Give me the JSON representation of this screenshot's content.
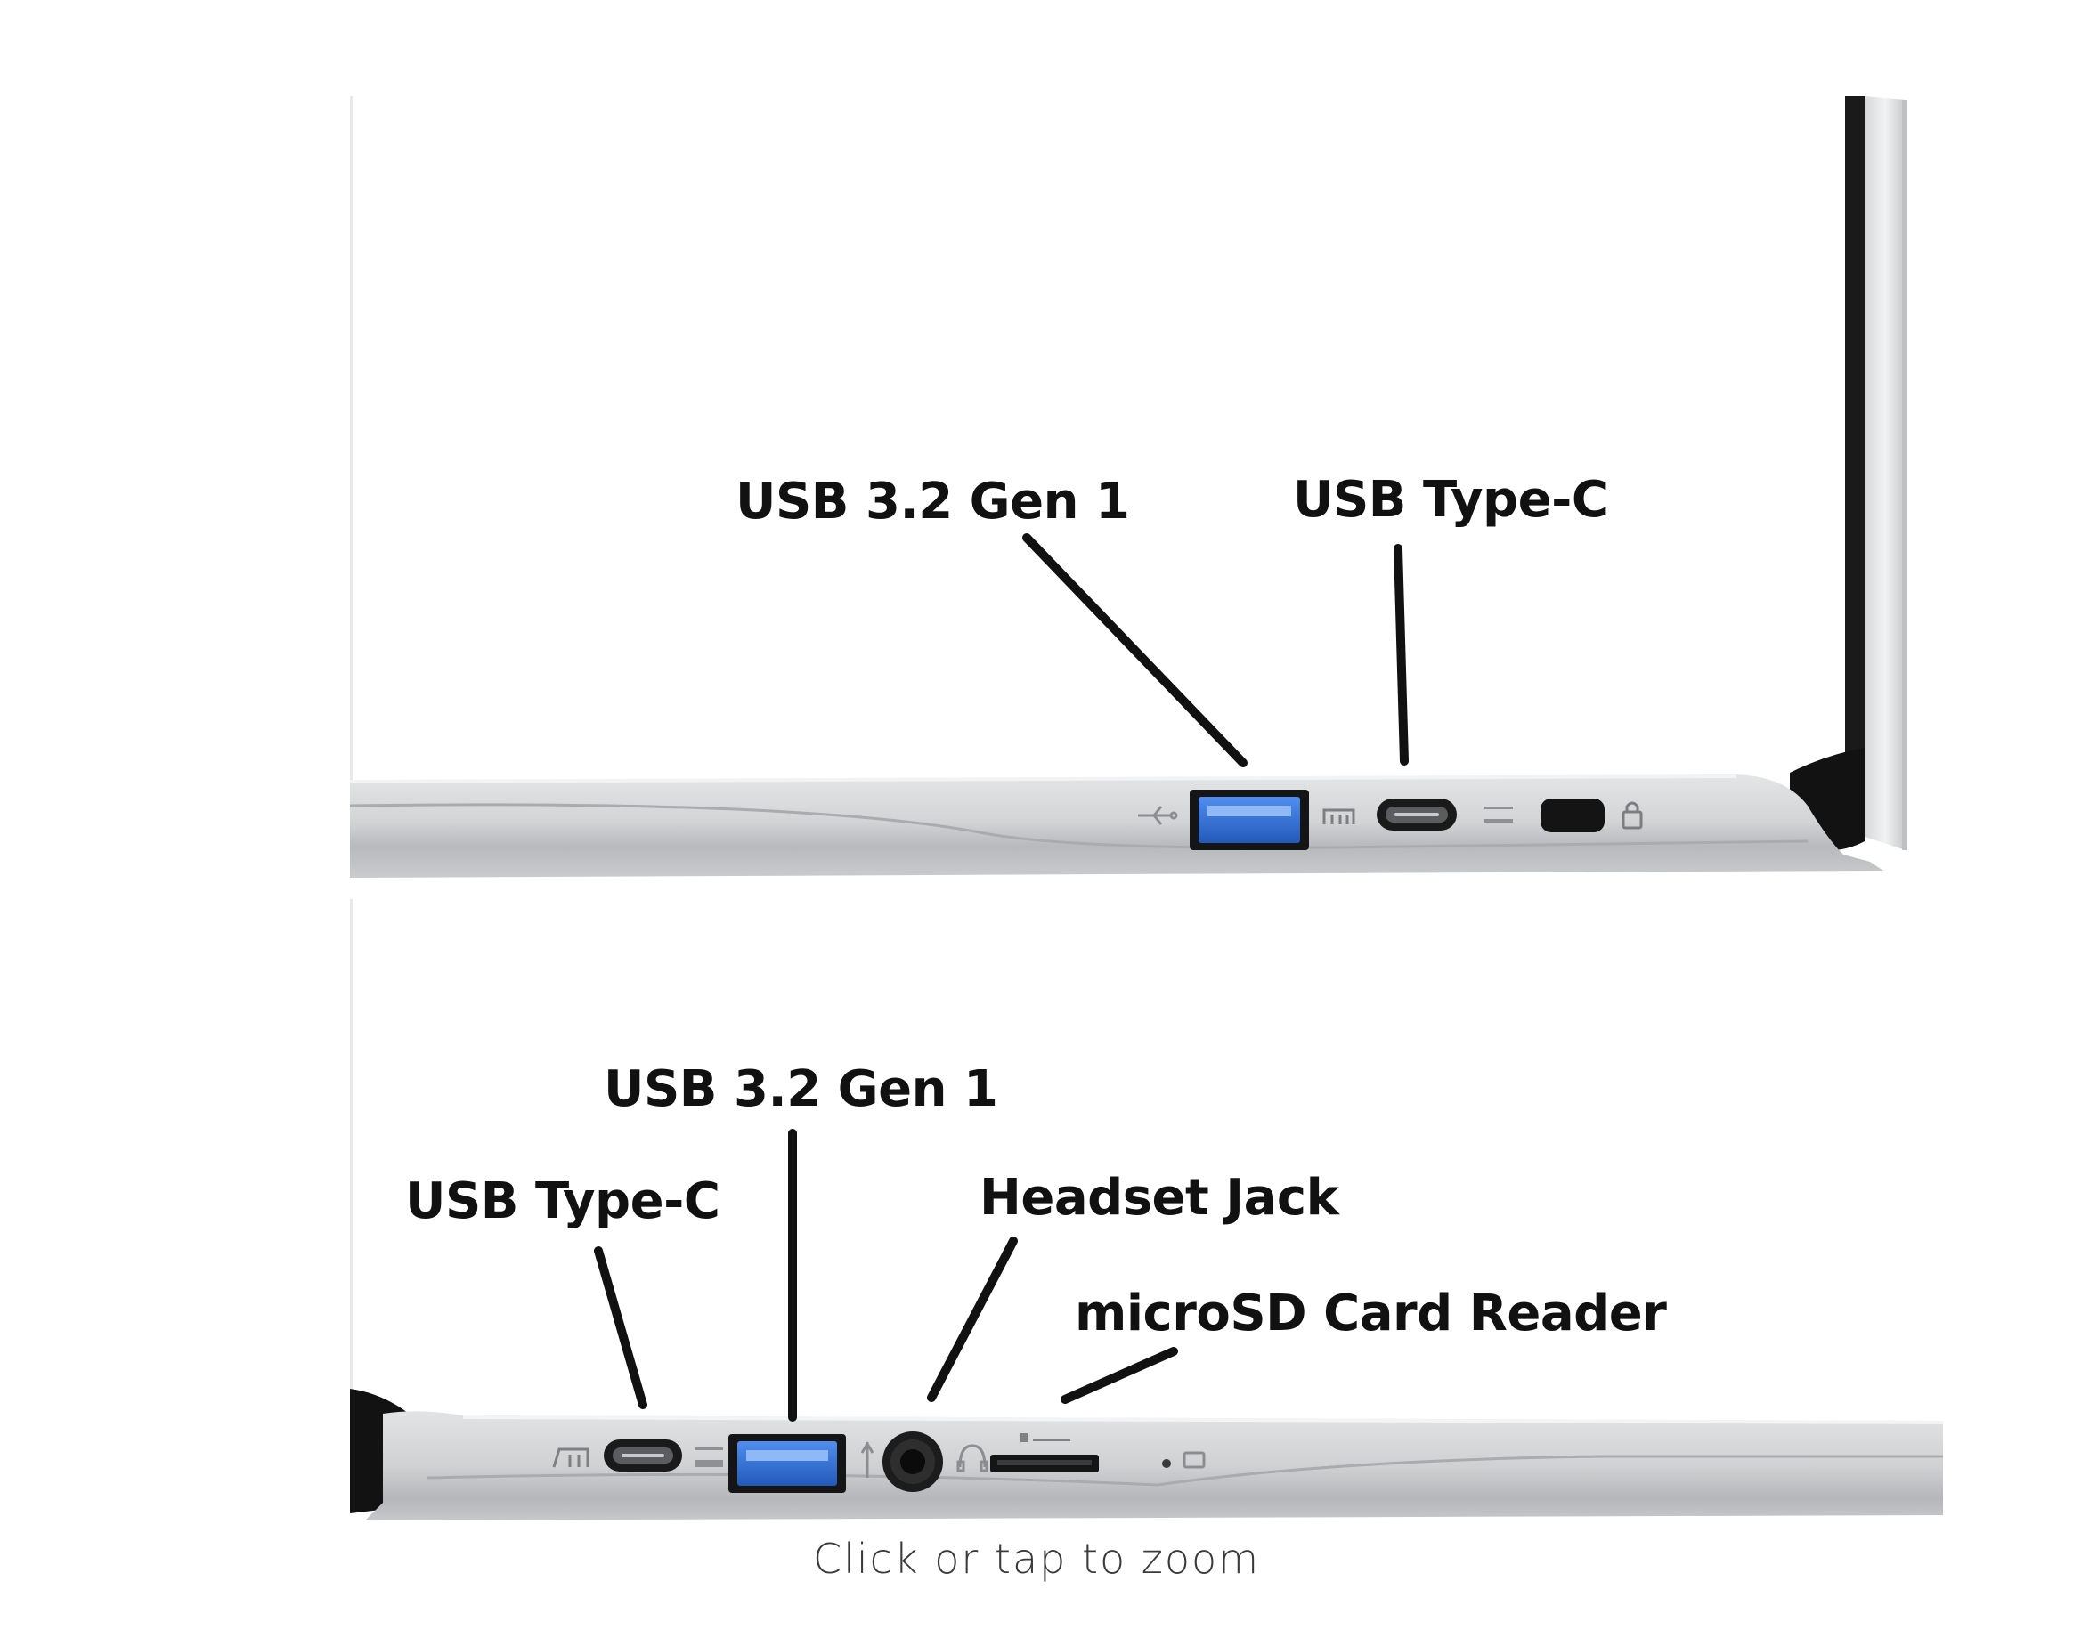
{
  "figure": {
    "top_view": {
      "callouts": [
        {
          "label": "USB 3.2 Gen 1"
        },
        {
          "label": "USB Type-C"
        }
      ]
    },
    "bottom_view": {
      "callouts": [
        {
          "label": "USB 3.2 Gen 1"
        },
        {
          "label": "USB Type-C"
        },
        {
          "label": "Headset Jack"
        },
        {
          "label": "microSD Card Reader"
        }
      ]
    },
    "colors": {
      "usb_a_port": "#2f6fd6",
      "chassis": "#cfd1d3",
      "bezel": "#111111",
      "callout_line": "#111111"
    }
  },
  "zoom": {
    "caption": "Click or tap to zoom"
  }
}
